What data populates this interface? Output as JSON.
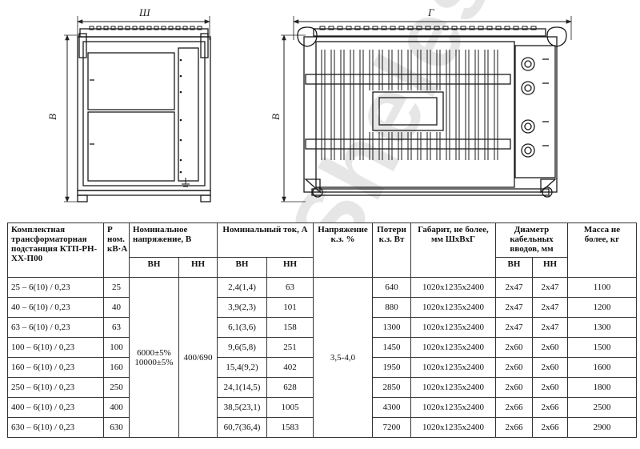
{
  "drawing": {
    "width_label": "Ш",
    "length_label": "Г",
    "height_label": "В"
  },
  "watermark": "Shelest",
  "table": {
    "headers": {
      "name": "Комплектная трансформаторная подстанция КТП-РН-ХХ-П00",
      "power": "Р ном. кВ·А",
      "voltage": "Номинальное напряжение, В",
      "current": "Номинальный ток, А",
      "sc_voltage": "Напряжение к.з. %",
      "losses": "Потери к.з. Вт",
      "size": "Габарит, не более, мм ШхВхГ",
      "cable": "Диаметр кабельных вводов, мм",
      "mass": "Масса не более, кг",
      "vn": "ВН",
      "nn": "НН"
    },
    "shared": {
      "voltage_vn": "6000±5% 10000±5%",
      "voltage_nn": "400/690",
      "sc_voltage": "3,5-4,0"
    },
    "rows": [
      {
        "name": "25 – 6(10) / 0,23",
        "power": "25",
        "i_vn": "2,4(1,4)",
        "i_nn": "63",
        "losses": "640",
        "size": "1020x1235x2400",
        "cable_vn": "2x47",
        "cable_nn": "2x47",
        "mass": "1100"
      },
      {
        "name": "40 – 6(10) / 0,23",
        "power": "40",
        "i_vn": "3,9(2,3)",
        "i_nn": "101",
        "losses": "880",
        "size": "1020x1235x2400",
        "cable_vn": "2x47",
        "cable_nn": "2x47",
        "mass": "1200"
      },
      {
        "name": "63 – 6(10) / 0,23",
        "power": "63",
        "i_vn": "6,1(3,6)",
        "i_nn": "158",
        "losses": "1300",
        "size": "1020x1235x2400",
        "cable_vn": "2x47",
        "cable_nn": "2x47",
        "mass": "1300"
      },
      {
        "name": "100 – 6(10) / 0,23",
        "power": "100",
        "i_vn": "9,6(5,8)",
        "i_nn": "251",
        "losses": "1450",
        "size": "1020x1235x2400",
        "cable_vn": "2x60",
        "cable_nn": "2x60",
        "mass": "1500"
      },
      {
        "name": "160 – 6(10) / 0,23",
        "power": "160",
        "i_vn": "15,4(9,2)",
        "i_nn": "402",
        "losses": "1950",
        "size": "1020x1235x2400",
        "cable_vn": "2x60",
        "cable_nn": "2x60",
        "mass": "1600"
      },
      {
        "name": "250 – 6(10) / 0,23",
        "power": "250",
        "i_vn": "24,1(14,5)",
        "i_nn": "628",
        "losses": "2850",
        "size": "1020x1235x2400",
        "cable_vn": "2x60",
        "cable_nn": "2x60",
        "mass": "1800"
      },
      {
        "name": "400 – 6(10) / 0,23",
        "power": "400",
        "i_vn": "38,5(23,1)",
        "i_nn": "1005",
        "losses": "4300",
        "size": "1020x1235x2400",
        "cable_vn": "2x66",
        "cable_nn": "2x66",
        "mass": "2500"
      },
      {
        "name": "630 – 6(10) / 0,23",
        "power": "630",
        "i_vn": "60,7(36,4)",
        "i_nn": "1583",
        "losses": "7200",
        "size": "1020x1235x2400",
        "cable_vn": "2x66",
        "cable_nn": "2x66",
        "mass": "2900"
      }
    ]
  }
}
